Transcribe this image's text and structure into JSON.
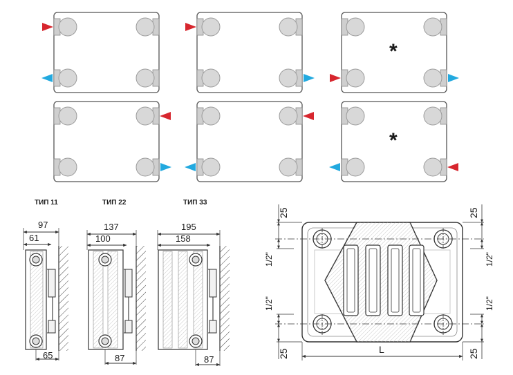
{
  "connection_schemes": {
    "panels": [
      {
        "supply": "top-left",
        "return": "bottom-left",
        "asterisk": false
      },
      {
        "supply": "top-left",
        "return": "bottom-right",
        "asterisk": false
      },
      {
        "supply": "bottom-left",
        "return": "bottom-right",
        "asterisk": true
      },
      {
        "supply": "top-right",
        "return": "bottom-right",
        "asterisk": false
      },
      {
        "supply": "top-right",
        "return": "bottom-left",
        "asterisk": false
      },
      {
        "supply": "bottom-right",
        "return": "bottom-left",
        "asterisk": true
      }
    ],
    "asterisk": "*",
    "colors": {
      "supply": "#d7262e",
      "return": "#22a9df",
      "frame": "#555555",
      "nipple": "#d8d8d8"
    }
  },
  "sections": [
    {
      "type_label": "ТИП 11",
      "outer_width": "97",
      "inner_width": "61",
      "bottom_dim": "65"
    },
    {
      "type_label": "ТИП 22",
      "outer_width": "137",
      "inner_width": "100",
      "bottom_dim": "87"
    },
    {
      "type_label": "ТИП 33",
      "outer_width": "195",
      "inner_width": "158",
      "bottom_dim": "87"
    }
  ],
  "front_view": {
    "top_offset_left": "25",
    "top_offset_right": "25",
    "bottom_offset_left": "25",
    "bottom_offset_right": "25",
    "thread_upper_left": "1/2\"",
    "thread_upper_right": "1/2\"",
    "thread_lower_left": "1/2\"",
    "thread_lower_right": "1/2\"",
    "length_label": "L"
  }
}
